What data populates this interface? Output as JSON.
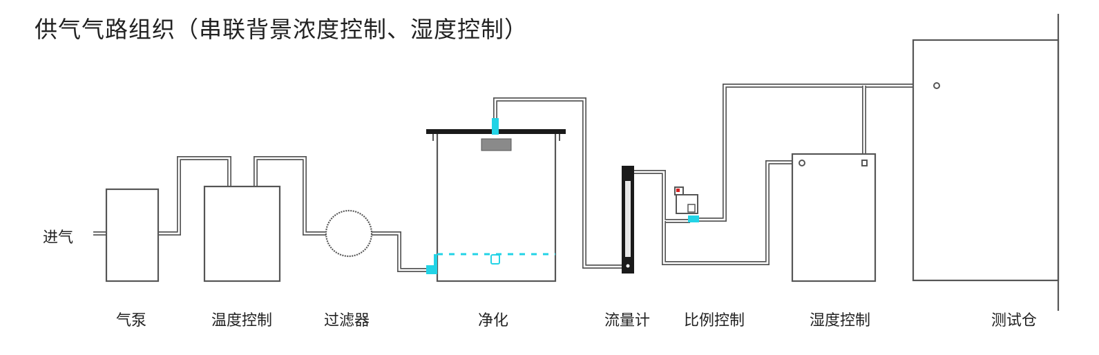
{
  "title": "供气气路组织（串联背景浓度控制、湿度控制）",
  "inlet_label": "进气",
  "components": [
    {
      "id": "pump",
      "label": "气泵"
    },
    {
      "id": "temperature-control",
      "label": "温度控制"
    },
    {
      "id": "filter",
      "label": "过滤器"
    },
    {
      "id": "purification",
      "label": "净化"
    },
    {
      "id": "flowmeter",
      "label": "流量计"
    },
    {
      "id": "proportional-control",
      "label": "比例控制"
    },
    {
      "id": "humidity-control",
      "label": "湿度控制"
    },
    {
      "id": "test-chamber",
      "label": "测试仓"
    }
  ],
  "colors": {
    "line": "#555555",
    "pipe_fill": "#ffffff",
    "accent": "#22d3e6",
    "lid": "#1a1a1a",
    "diffuser": "#8a8a8a"
  }
}
